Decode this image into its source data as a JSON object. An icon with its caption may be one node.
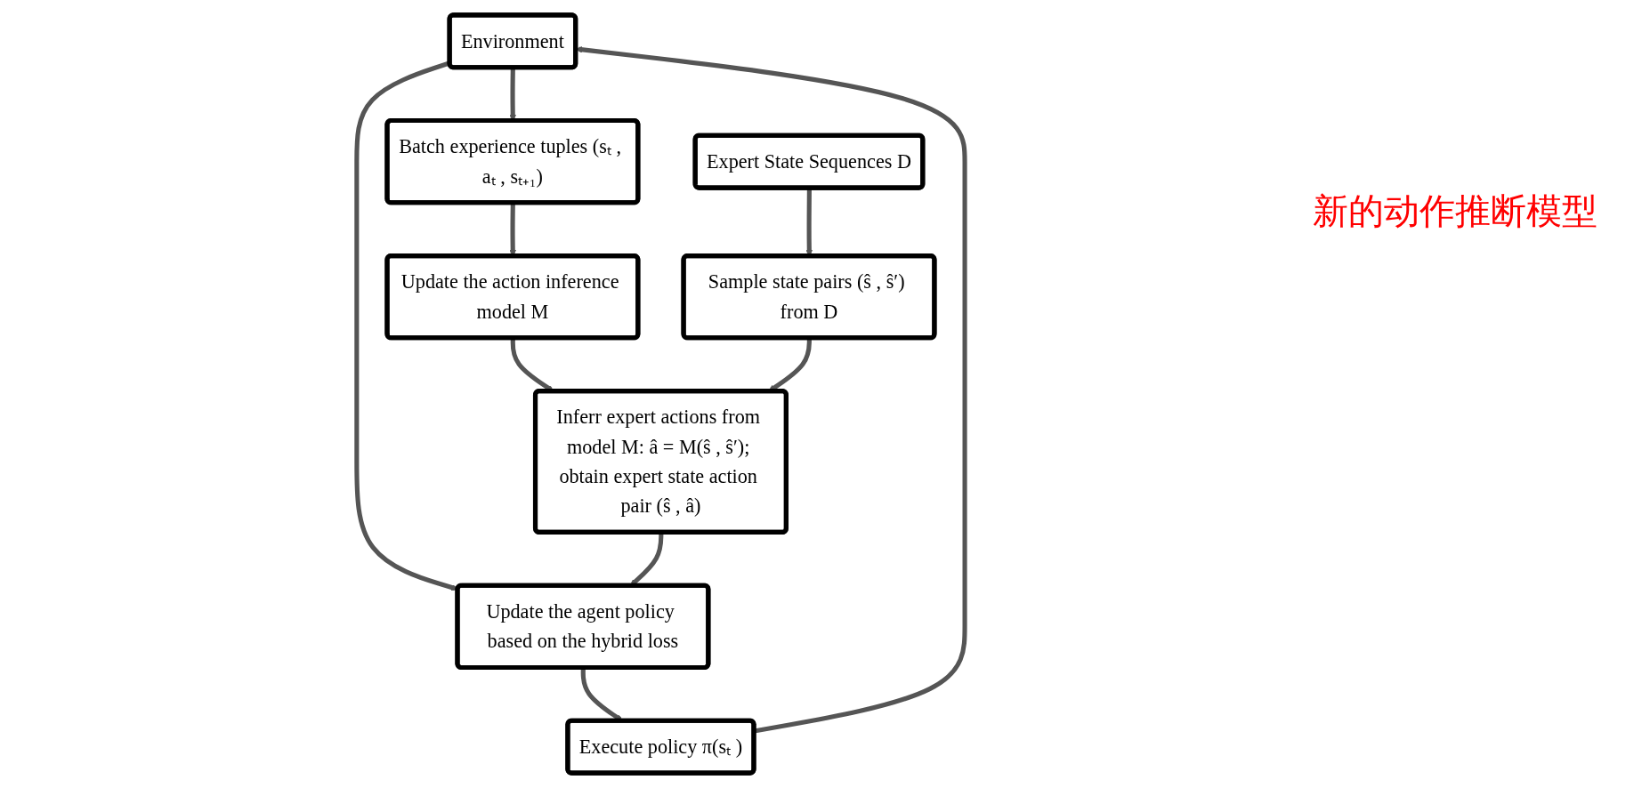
{
  "diagram": {
    "nodes": [
      {
        "text": [
          "Environment"
        ]
      },
      {
        "text": [
          "Batch experience tuples (sₜ , aₜ , sₜ₊₁)"
        ]
      },
      {
        "text": [
          "Expert State Sequences D"
        ]
      },
      {
        "text": [
          "Execute policy π(sₜ )"
        ]
      },
      {
        "text": [
          "Update the action inference model M"
        ]
      },
      {
        "text": [
          "Sample state pairs (ŝ , ŝ′) from D"
        ]
      },
      {
        "text": [
          "Update the agent policy based on the hybrid loss"
        ]
      },
      {
        "text": [
          "Inferr expert actions from model M: â = M(ŝ , ŝ′); obtain expert state action pair (ŝ , â)"
        ]
      }
    ],
    "edges": [
      {
        "from": 0,
        "to": 1,
        "arrow": "to"
      },
      {
        "from": 0,
        "to": 6,
        "arrow": "to"
      },
      {
        "from": 6,
        "to": 3,
        "arrow": "to"
      },
      {
        "from": 3,
        "to": 0,
        "arrow": "to"
      },
      {
        "from": 1,
        "to": 4,
        "arrow": "to"
      },
      {
        "from": 2,
        "to": 5,
        "arrow": "to"
      },
      {
        "from": 4,
        "to": 7,
        "arrow": "to"
      },
      {
        "from": 5,
        "to": 7,
        "arrow": "to"
      },
      {
        "from": 7,
        "to": 6,
        "arrow": "to"
      }
    ],
    "labels": [
      "新的动作推断模型"
    ]
  }
}
